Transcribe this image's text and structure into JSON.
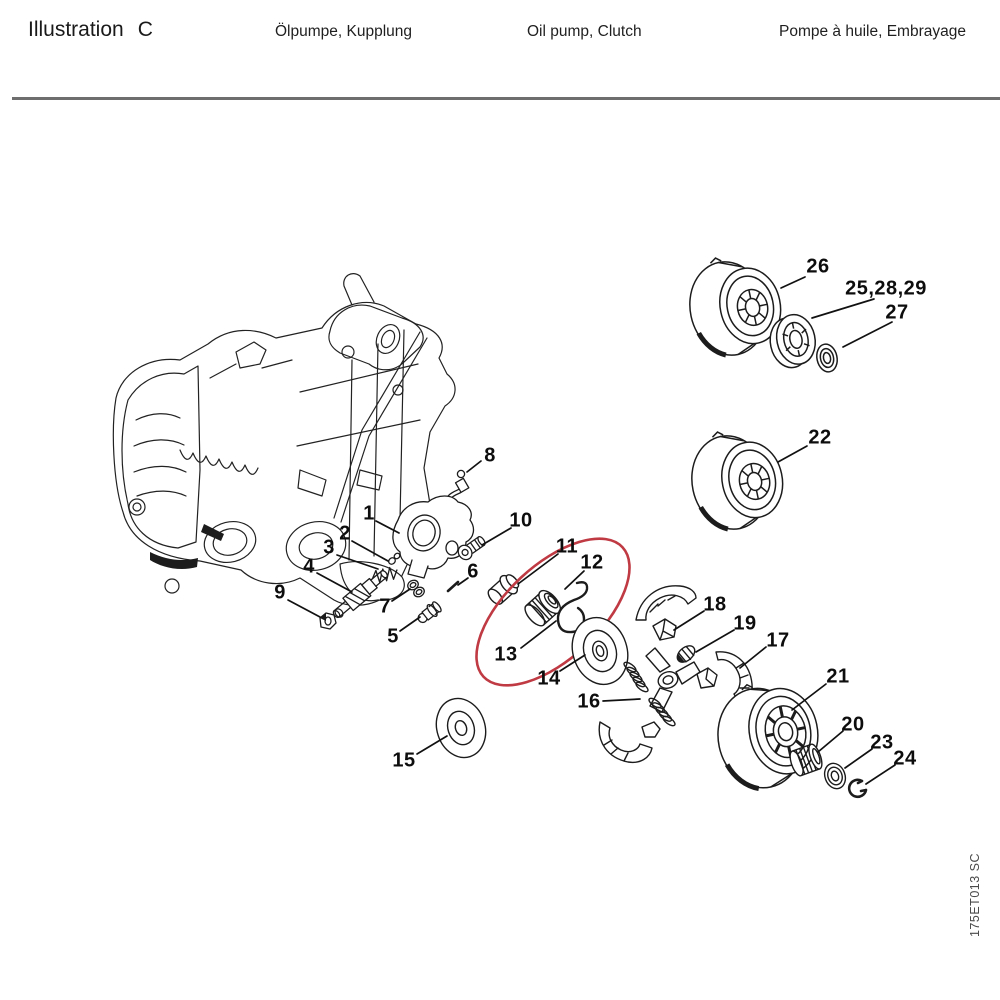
{
  "header": {
    "title": "Illustration",
    "title_index": "C",
    "subtitle_de": "Ölpumpe, Kupplung",
    "subtitle_en": "Oil pump, Clutch",
    "subtitle_fr": "Pompe à huile, Embrayage"
  },
  "diagram": {
    "drawing_code": "175ET013 SC",
    "ink_color": "#1c1c1c",
    "rule_color": "#6e6e6e",
    "highlight_color": "#bf3a43",
    "parts": {
      "p1": {
        "label": "1"
      },
      "p2": {
        "label": "2"
      },
      "p3": {
        "label": "3"
      },
      "p4": {
        "label": "4"
      },
      "p5": {
        "label": "5"
      },
      "p6": {
        "label": "6"
      },
      "p7": {
        "label": "7"
      },
      "p8": {
        "label": "8"
      },
      "p9": {
        "label": "9"
      },
      "p10": {
        "label": "10"
      },
      "p11": {
        "label": "11"
      },
      "p12": {
        "label": "12"
      },
      "p13": {
        "label": "13"
      },
      "p14": {
        "label": "14"
      },
      "p15": {
        "label": "15"
      },
      "p16": {
        "label": "16"
      },
      "p17": {
        "label": "17"
      },
      "p18": {
        "label": "18"
      },
      "p19": {
        "label": "19"
      },
      "p20": {
        "label": "20"
      },
      "p21": {
        "label": "21"
      },
      "p22": {
        "label": "22"
      },
      "p23": {
        "label": "23"
      },
      "p24": {
        "label": "24"
      },
      "p25_28_29": {
        "label": "25,28,29"
      },
      "p26": {
        "label": "26"
      },
      "p27": {
        "label": "27"
      }
    }
  }
}
